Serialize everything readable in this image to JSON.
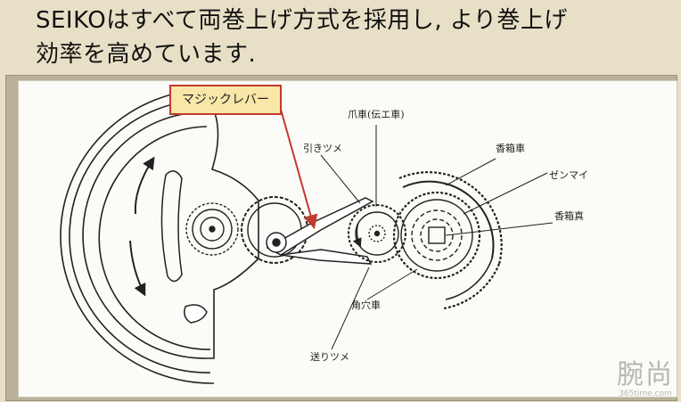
{
  "headline": {
    "line1": "SEIKOはすべて両巻上げ方式を採用し, より巻上げ",
    "line2": "効率を高めています."
  },
  "callout": {
    "label": "マジックレバー"
  },
  "diagram_labels": {
    "pull_pawl": "引きツメ",
    "pawl_wheel": "爪車(伝エ車)",
    "barrel_wheel": "香箱車",
    "mainspring": "ゼンマイ",
    "barrel_arbor": "香箱真",
    "ratchet_wheel": "角穴車",
    "push_pawl": "送りツメ"
  },
  "watermark": {
    "chars": "腕尚",
    "site": "365time.com"
  },
  "colors": {
    "background": "#e8e0c6",
    "callout_fill": "#f8e7a8",
    "callout_border": "#c23a2e",
    "arrow": "#c23a2e",
    "ink": "#222222"
  }
}
